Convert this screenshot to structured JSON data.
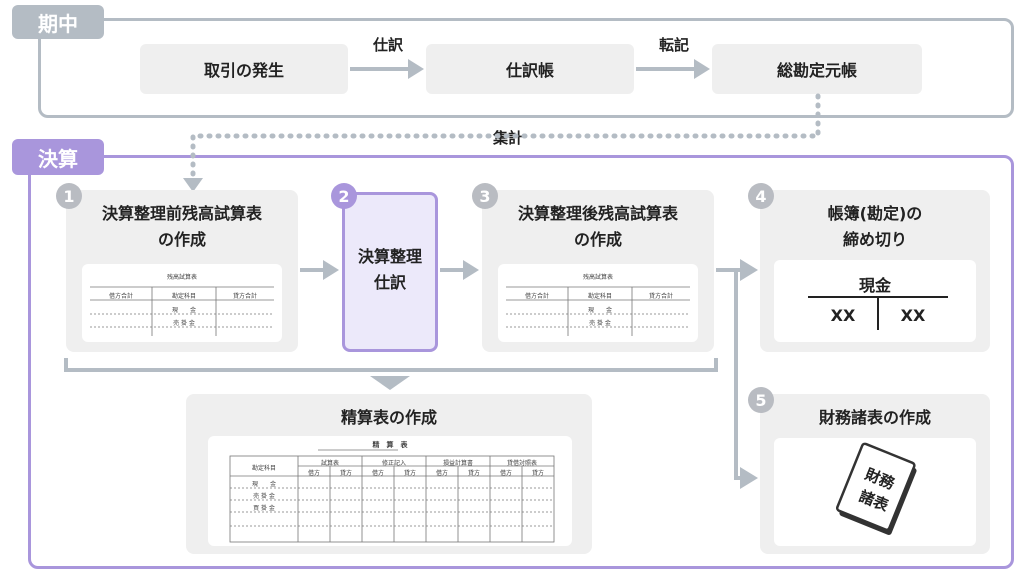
{
  "top": {
    "tag": "期中"
  },
  "flow": {
    "box1": "取引の発生",
    "arrow1": "仕訳",
    "box2": "仕訳帳",
    "arrow2": "転記",
    "box3": "総勘定元帳",
    "aggregate": "集計"
  },
  "bottom": {
    "tag": "決算",
    "steps": [
      {
        "num": "1",
        "title_line1": "決算整理前残高試算表",
        "title_line2": "の作成"
      },
      {
        "num": "2",
        "title_line1": "決算整理",
        "title_line2": "仕訳"
      },
      {
        "num": "3",
        "title_line1": "決算整理後残高試算表",
        "title_line2": "の作成"
      },
      {
        "num": "4",
        "title_line1": "帳簿(勘定)の",
        "title_line2": "締め切り"
      },
      {
        "num": "5",
        "title_line1": "財務諸表の作成"
      }
    ],
    "trial_balance": {
      "title": "残高試算表",
      "headers": [
        "借方合計",
        "勘定科目",
        "貸方合計"
      ],
      "rows": [
        "現　　金",
        "売 掛 金"
      ]
    },
    "ledger": {
      "account": "現金",
      "left": "XX",
      "right": "XX"
    },
    "worksheet_title": "精算表の作成",
    "worksheet": {
      "title": "精　算　表",
      "account_header": "勘定科目",
      "groups": [
        "試算表",
        "修正記入",
        "損益計算書",
        "貸借対照表"
      ],
      "sub": [
        "借方",
        "貸方"
      ],
      "rows": [
        "現　　金",
        "売 掛 金",
        "買 掛 金"
      ]
    },
    "book": {
      "line1": "財務",
      "line2": "諸表"
    }
  },
  "colors": {
    "gray": "#b4bcc4",
    "purple": "#a996dc",
    "purple_light": "#ece9fa",
    "badge_gray": "#b9bcc2"
  }
}
